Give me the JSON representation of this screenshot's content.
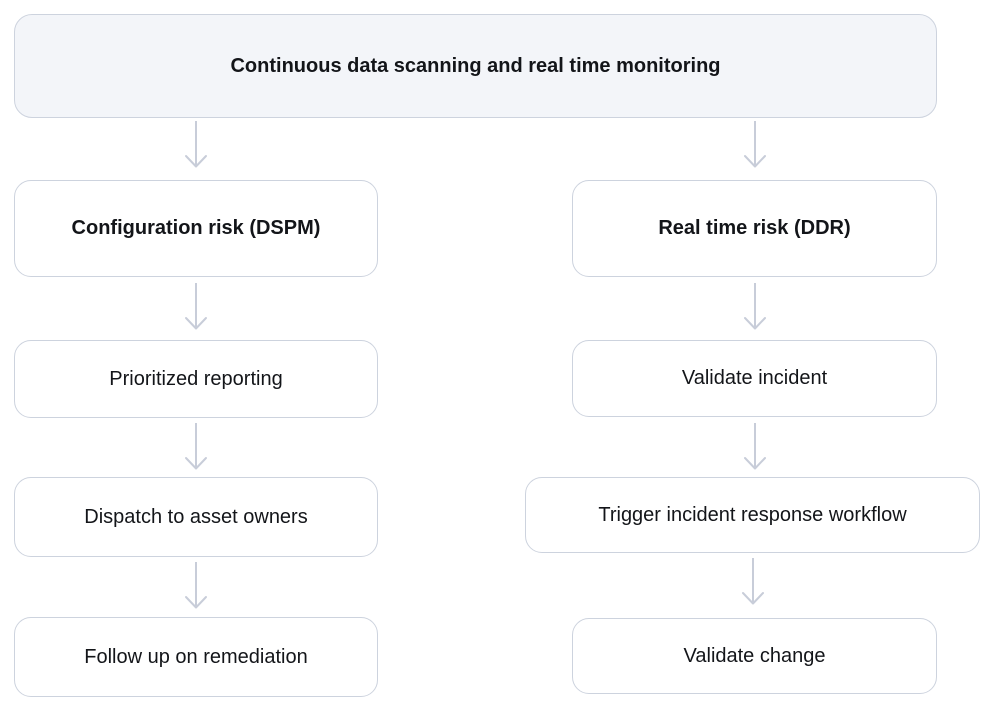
{
  "diagram": {
    "title_node": {
      "label": "Continuous data scanning and real time monitoring"
    },
    "left_branch": {
      "header": "Configuration risk (DSPM)",
      "steps": [
        "Prioritized reporting",
        "Dispatch to asset owners",
        "Follow up on remediation"
      ]
    },
    "right_branch": {
      "header": "Real time risk (DDR)",
      "steps": [
        "Validate incident",
        "Trigger incident response workflow",
        "Validate change"
      ]
    },
    "colors": {
      "background": "#ffffff",
      "box_border": "#cdd3de",
      "top_box_fill": "#f3f5f9",
      "box_fill": "#ffffff",
      "arrow": "#c8cdd9",
      "text": "#131519"
    }
  }
}
